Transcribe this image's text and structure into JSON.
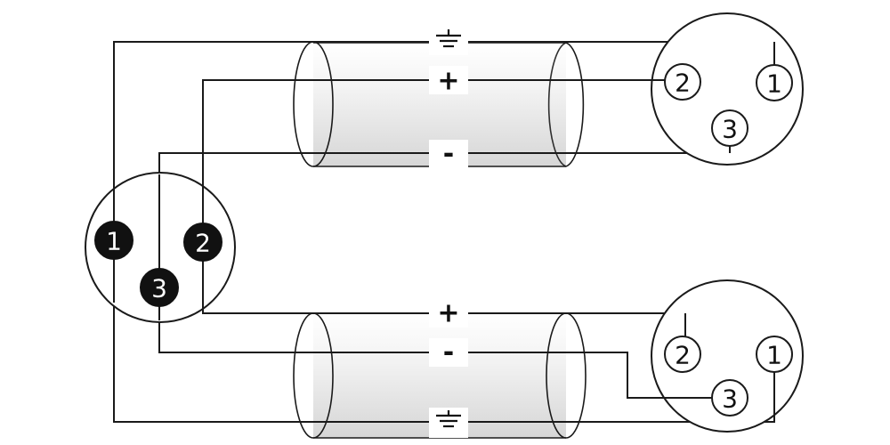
{
  "diagram": {
    "colors": {
      "line": "#1a1a1a",
      "cable_fill_light": "#ffffff",
      "cable_fill_dark": "#d6d6d6",
      "pin_solid": "#111111"
    },
    "input_connector": {
      "pins": [
        "1",
        "2",
        "3"
      ]
    },
    "output_top": {
      "pins": [
        "1",
        "2",
        "3"
      ]
    },
    "output_bottom": {
      "pins": [
        "1",
        "2",
        "3"
      ]
    },
    "cable_top": {
      "labels": {
        "positive": "+",
        "negative": "-"
      },
      "shield_icon": "ground-icon"
    },
    "cable_bottom": {
      "labels": {
        "positive": "+",
        "negative": "-"
      },
      "shield_icon": "ground-icon"
    }
  }
}
